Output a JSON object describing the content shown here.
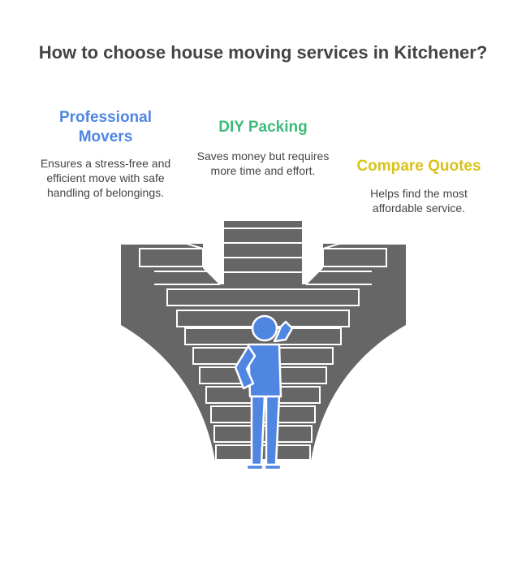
{
  "title": "How to choose house moving services in Kitchener?",
  "options": [
    {
      "title": "Professional Movers",
      "description": "Ensures a stress-free and efficient move with safe handling of belongings.",
      "color": "#4f86e2"
    },
    {
      "title": "DIY Packing",
      "description": "Saves money but requires more time and effort.",
      "color": "#3dbb7a"
    },
    {
      "title": "Compare Quotes",
      "description": "Helps find the most affordable service.",
      "color": "#d9c21a"
    }
  ],
  "colors": {
    "stairs": "#666666",
    "figure": "#4f86e2",
    "text": "#444444"
  },
  "icons": [
    "staircase-illustration",
    "confused-person-figure"
  ]
}
